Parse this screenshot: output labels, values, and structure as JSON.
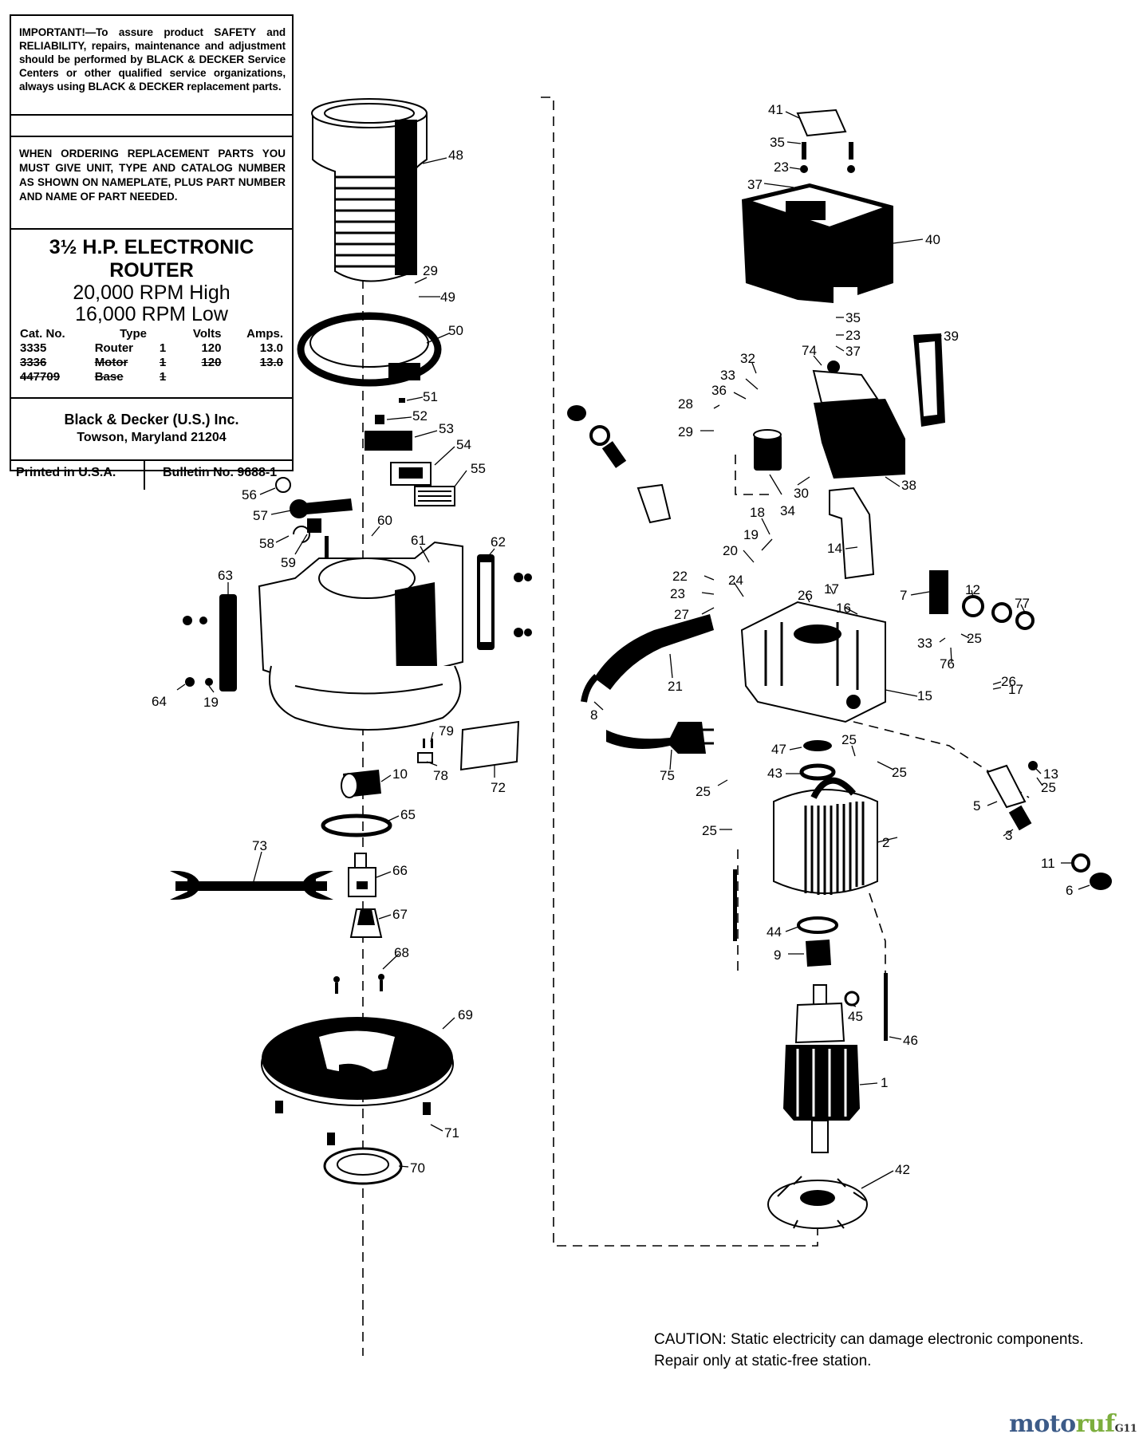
{
  "info_box": {
    "important": "IMPORTANT!—To assure product SAFETY and RELIABILITY, repairs, maintenance and adjustment should be performed by BLACK & DECKER Service Centers or other qualified service organizations, always using BLACK & DECKER replacement parts.",
    "ordering": "WHEN ORDERING REPLACEMENT PARTS YOU MUST GIVE UNIT, TYPE AND CATALOG NUMBER AS SHOWN ON NAMEPLATE, PLUS PART NUMBER AND NAME OF PART NEEDED.",
    "title_line1": "3½ H.P. ELECTRONIC",
    "title_line2": "ROUTER",
    "rpm_high": "20,000 RPM High",
    "rpm_low": "16,000 RPM Low",
    "table": {
      "headers": [
        "Cat. No.",
        "Type",
        "Volts",
        "Amps."
      ],
      "rows": [
        [
          "3335",
          "Router",
          "1",
          "120",
          "13.0"
        ],
        [
          "3336",
          "Motor",
          "1",
          "120",
          "13.0"
        ],
        [
          "447709",
          "Base",
          "1",
          "",
          ""
        ]
      ]
    },
    "company": "Black & Decker (U.S.) Inc.",
    "address": "Towson, Maryland 21204",
    "printed": "Printed in U.S.A.",
    "bulletin": "Bulletin No. 9688-1"
  },
  "part_labels": {
    "l48": "48",
    "l29a": "29",
    "l49": "49",
    "l50": "50",
    "l51": "51",
    "l52": "52",
    "l53": "53",
    "l54": "54",
    "l55": "55",
    "l56": "56",
    "l57": "57",
    "l58": "58",
    "l59": "59",
    "l60": "60",
    "l61": "61",
    "l62": "62",
    "l63": "63",
    "l64": "64",
    "l19a": "19",
    "l79": "79",
    "l78": "78",
    "l72": "72",
    "l10": "10",
    "l65": "65",
    "l73": "73",
    "l66": "66",
    "l67": "67",
    "l68": "68",
    "l69": "69",
    "l71": "71",
    "l70": "70",
    "l41": "41",
    "l35a": "35",
    "l23a": "23",
    "l37a": "37",
    "l40": "40",
    "l35b": "35",
    "l23b": "23",
    "l37b": "37",
    "l39": "39",
    "l74": "74",
    "l32": "32",
    "l33a": "33",
    "l36": "36",
    "l28": "28",
    "l29b": "29",
    "l30": "30",
    "l34": "34",
    "l38": "38",
    "l14": "14",
    "l18": "18",
    "l19b": "19",
    "l20": "20",
    "l22": "22",
    "l23c": "23",
    "l24": "24",
    "l27": "27",
    "l26a": "26",
    "l17a": "17",
    "l16": "16",
    "l7": "7",
    "l12": "12",
    "l77": "77",
    "l33b": "33",
    "l25a": "25",
    "l76": "76",
    "l21": "21",
    "l8": "8",
    "l15": "15",
    "l26b": "26",
    "l17b": "17",
    "l47": "47",
    "l25b": "25",
    "l43": "43",
    "l25c": "25",
    "l75": "75",
    "l25d": "25",
    "l25e": "25",
    "l2": "2",
    "l13": "13",
    "l25f": "25",
    "l5": "5",
    "l3": "3",
    "l11": "11",
    "l6": "6",
    "l44": "44",
    "l9": "9",
    "l45": "45",
    "l46": "46",
    "l1": "1",
    "l42": "42"
  },
  "caution": "CAUTION: Static electricity can damage electronic components. Repair only at static-free station.",
  "watermark": {
    "part1": "moto",
    "part2": "ruf",
    "part3": "G11"
  }
}
